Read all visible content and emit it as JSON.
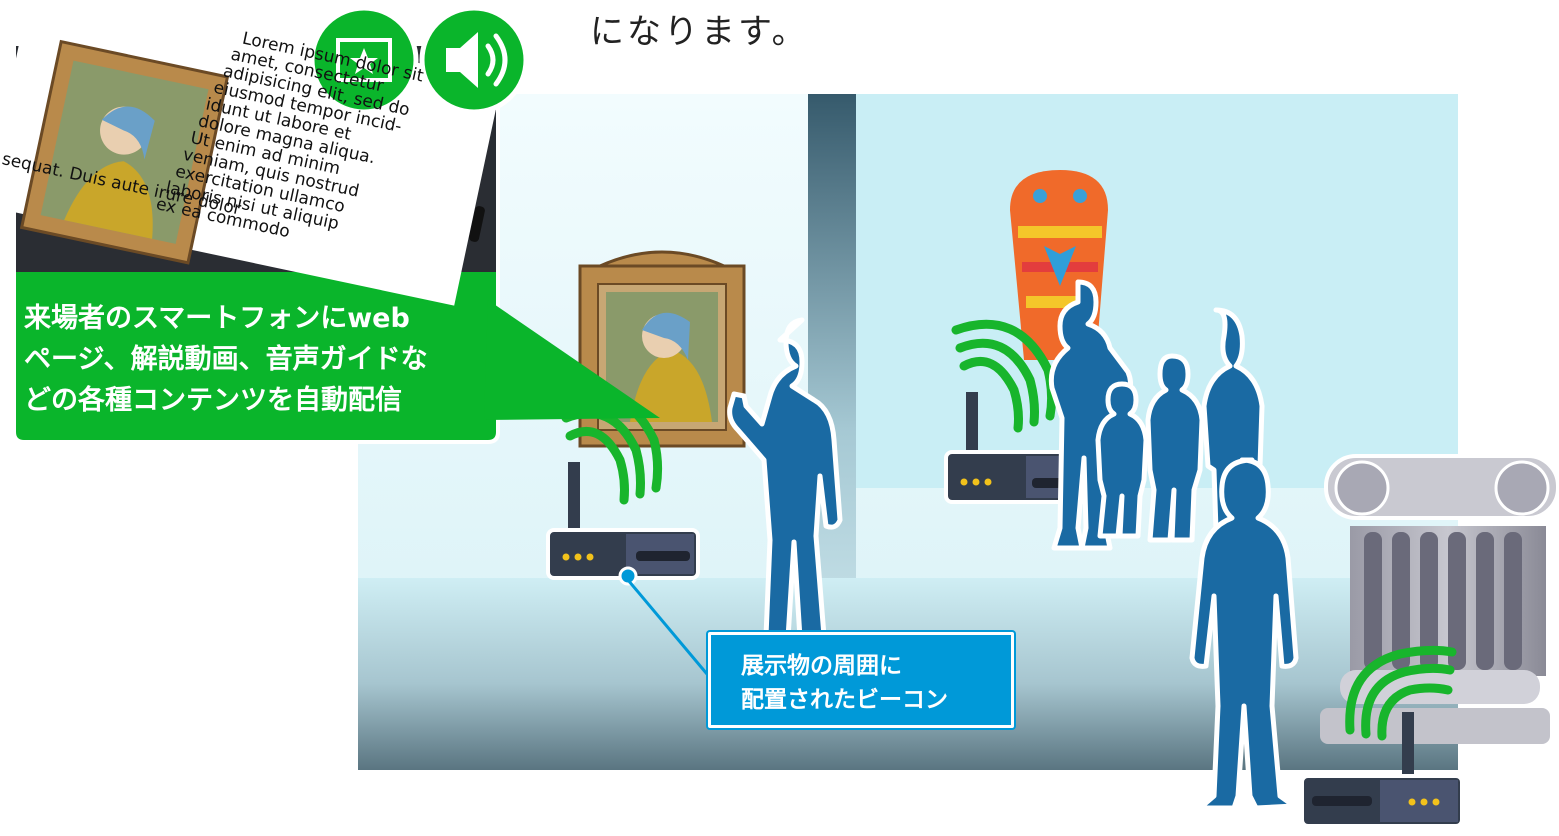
{
  "heading": "になります。",
  "callout": {
    "lines": [
      "来場者のスマートフォンにweb",
      "ページ、解説動画、音声ガイドな",
      "どの各種コンテンツを自動配信"
    ],
    "color": "#0ab52b"
  },
  "phone_lorem": [
    "Lorem ipsum dolor sit",
    "amet, consectetur",
    "adipisicing elit, sed do",
    "eiusmod tempor incid-",
    "idunt ut labore et",
    "dolore magna aliqua.",
    "Ut enim ad minim",
    "veniam, quis nostrud",
    "exercitation ullamco",
    "laboris nisi ut aliquip",
    "ex ea commodo",
    "sequat. Duis aute irure dolor"
  ],
  "beacon_label": {
    "lines": [
      "展示物の周囲に",
      "配置されたビーコン"
    ],
    "color": "#0099d8"
  },
  "icons": [
    "video-icon",
    "speaker-icon",
    "painting-icon",
    "beacon-icon",
    "statue-icon",
    "column-icon",
    "visitor-icon"
  ],
  "colors": {
    "wall": "#eaf9fc",
    "silhouette": "#1a6aa3",
    "signal": "#18b52c",
    "beacon_body": "#333d4d"
  }
}
